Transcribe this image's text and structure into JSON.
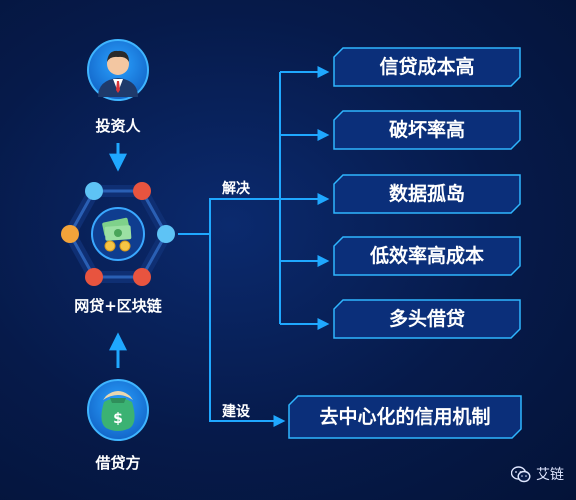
{
  "nodes": {
    "investor": {
      "label": "投资人",
      "icon": "businessman-icon"
    },
    "platform": {
      "label": "网贷+区块链",
      "icon": "money-stack-icon"
    },
    "borrower": {
      "label": "借贷方",
      "icon": "money-bag-icon"
    }
  },
  "edges": {
    "solve_label": "解决",
    "build_label": "建设"
  },
  "problems": [
    {
      "label": "信贷成本高"
    },
    {
      "label": "破坏率高"
    },
    {
      "label": "数据孤岛"
    },
    {
      "label": "低效率高成本"
    },
    {
      "label": "多头借贷"
    }
  ],
  "solution": {
    "label": "去中心化的信用机制"
  },
  "watermark": {
    "text": "艾链",
    "icon": "wechat-icon"
  },
  "colors": {
    "background": "#061a4a",
    "line": "#1fa8ff",
    "box_border": "#2fb6ff",
    "box_fill": "#0b2f7a",
    "circle": "#1a8fe0",
    "node_red": "#e8543f",
    "node_orange": "#f2a33a",
    "node_blue": "#5ec3f5"
  }
}
